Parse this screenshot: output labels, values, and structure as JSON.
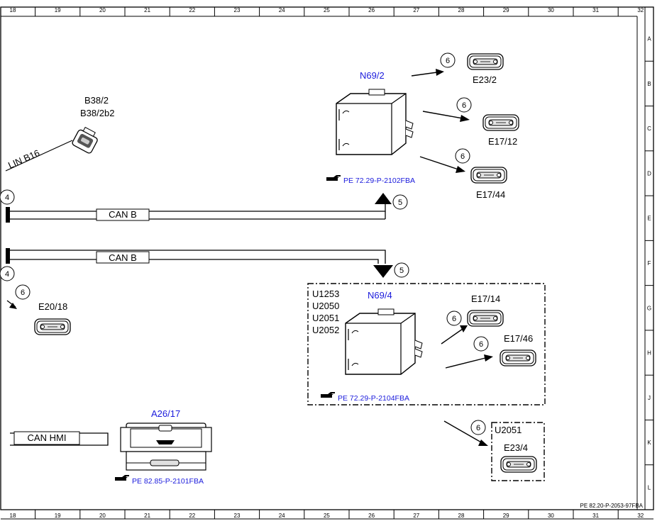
{
  "frame": {
    "columns": [
      "18",
      "19",
      "20",
      "21",
      "22",
      "23",
      "24",
      "25",
      "26",
      "27",
      "28",
      "29",
      "30",
      "31",
      "32"
    ],
    "rows": [
      "A",
      "B",
      "C",
      "D",
      "E",
      "F",
      "G",
      "H",
      "J",
      "K",
      "L"
    ],
    "footer_code": "PE 82.20-P-2053-97FBA"
  },
  "buses": {
    "lin": "LIN B16",
    "can_b_top": "CAN B",
    "can_b_bottom": "CAN B",
    "can_hmi": "CAN HMI"
  },
  "callouts": {
    "c4_top": "4",
    "c4_bottom": "4",
    "c5_top": "5",
    "c5_bottom": "5",
    "c6_e2018": "6",
    "c6_e232": "6",
    "c6_e1712": "6",
    "c6_e1744": "6",
    "c6_e1714": "6",
    "c6_e1746": "6",
    "c6_e234": "6"
  },
  "components": {
    "sensor": {
      "line1": "B38/2",
      "line2": "B38/2b2"
    },
    "n69_2": {
      "label": "N69/2",
      "ref": "PE 72.29-P-2102FBA"
    },
    "n69_4": {
      "label": "N69/4",
      "ref": "PE 72.29-P-2104FBA",
      "codes": [
        "U1253",
        "U2050",
        "U2051",
        "U2052"
      ]
    },
    "a26_17": {
      "label": "A26/17",
      "ref": "PE 82.85-P-2101FBA"
    },
    "lamps": {
      "e23_2": "E23/2",
      "e17_12": "E17/12",
      "e17_44": "E17/44",
      "e20_18": "E20/18",
      "e17_14": "E17/14",
      "e17_46": "E17/46",
      "e23_4": "E23/4"
    },
    "u2051_box": "U2051"
  },
  "icons": {
    "ref_hand": "pointing-hand-icon"
  },
  "colors": {
    "link_blue": "#1a1adc",
    "line": "#000000"
  }
}
